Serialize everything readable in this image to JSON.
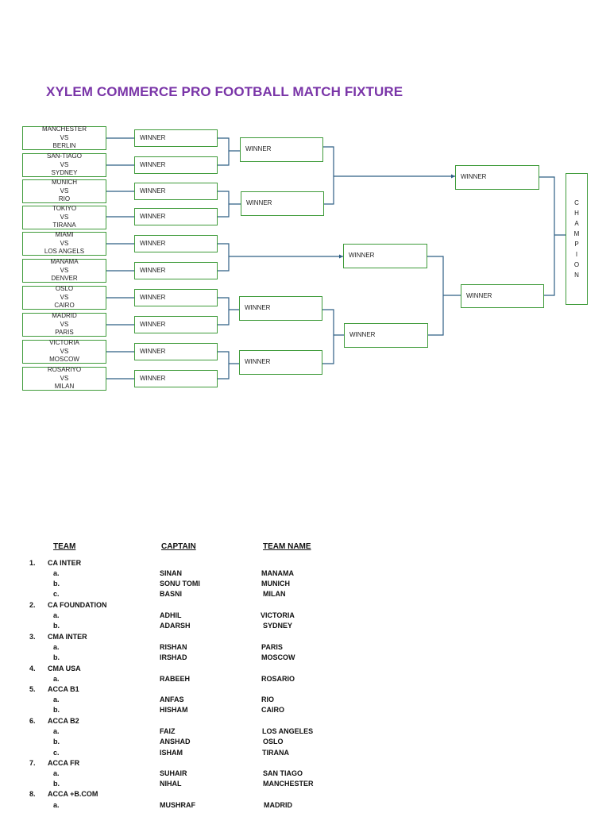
{
  "title": "XYLEM COMMERCE PRO FOOTBALL MATCH FIXTURE",
  "winner_label": "WINNER",
  "matches": [
    {
      "team1": "MANCHESTER",
      "vs": "VS",
      "team2": "BERLIN"
    },
    {
      "team1": "SAN-TIAGO",
      "vs": "VS",
      "team2": "SYDNEY"
    },
    {
      "team1": "MUNICH",
      "vs": "VS",
      "team2": "RIO"
    },
    {
      "team1": "TOKIYO",
      "vs": "VS",
      "team2": "TIRANA"
    },
    {
      "team1": "MIAMI",
      "vs": "VS",
      "team2": "LOS ANGELS"
    },
    {
      "team1": "MANAMA",
      "vs": "VS",
      "team2": "DENVER"
    },
    {
      "team1": "OSLO",
      "vs": "VS",
      "team2": "CAIRO"
    },
    {
      "team1": "MADRID",
      "vs": "VS",
      "team2": "PARIS"
    },
    {
      "team1": "VICTORIA",
      "vs": "VS",
      "team2": "MOSCOW"
    },
    {
      "team1": "ROSARIYO",
      "vs": "VS",
      "team2": "MILAN"
    }
  ],
  "champion_letters": [
    "C",
    "H",
    "A",
    "M",
    "P",
    "I",
    "O",
    "N"
  ],
  "table": {
    "headers": {
      "team": "TEAM",
      "captain": "CAPTAIN",
      "team_name": "TEAM NAME"
    },
    "groups": [
      {
        "num": "1.",
        "name": "CA INTER",
        "rows": [
          {
            "letter": "a.",
            "captain": "SINAN",
            "team": "MANAMA"
          },
          {
            "letter": "b.",
            "captain": "SONU TOMI",
            "team": "MUNICH"
          },
          {
            "letter": "c.",
            "captain": "BASNI",
            "team": "MILAN"
          }
        ]
      },
      {
        "num": "2.",
        "name": "CA FOUNDATION",
        "rows": [
          {
            "letter": "a.",
            "captain": "ADHIL",
            "team": "VICTORIA"
          },
          {
            "letter": "b.",
            "captain": "ADARSH",
            "team": "SYDNEY"
          }
        ]
      },
      {
        "num": "3.",
        "name": "CMA INTER",
        "rows": [
          {
            "letter": "a.",
            "captain": "RISHAN",
            "team": "PARIS"
          },
          {
            "letter": "b.",
            "captain": "IRSHAD",
            "team": "MOSCOW"
          }
        ]
      },
      {
        "num": "4.",
        "name": "CMA USA",
        "rows": [
          {
            "letter": "a.",
            "captain": "RABEEH",
            "team": "ROSARIO"
          }
        ]
      },
      {
        "num": "5.",
        "name": "ACCA B1",
        "rows": [
          {
            "letter": "a.",
            "captain": "ANFAS",
            "team": "RIO"
          },
          {
            "letter": "b.",
            "captain": "HISHAM",
            "team": "CAIRO"
          }
        ]
      },
      {
        "num": "6.",
        "name": "ACCA B2",
        "rows": [
          {
            "letter": "a.",
            "captain": "FAIZ",
            "team": "LOS ANGELES"
          },
          {
            "letter": "b.",
            "captain": "ANSHAD",
            "team": "OSLO"
          },
          {
            "letter": "c.",
            "captain": "ISHAM",
            "team": "TIRANA"
          }
        ]
      },
      {
        "num": "7.",
        "name": "ACCA FR",
        "rows": [
          {
            "letter": "a.",
            "captain": "SUHAIR",
            "team": "SAN TIAGO"
          },
          {
            "letter": "b.",
            "captain": "NIHAL",
            "team": "MANCHESTER"
          }
        ]
      },
      {
        "num": "8.",
        "name": "ACCA +B.COM",
        "rows": [
          {
            "letter": "a.",
            "captain": "MUSHRAF",
            "team": "MADRID"
          }
        ]
      }
    ]
  },
  "colors": {
    "title": "#7a35a8",
    "box_border": "#3f9b3a",
    "connector": "#2f5f85"
  }
}
